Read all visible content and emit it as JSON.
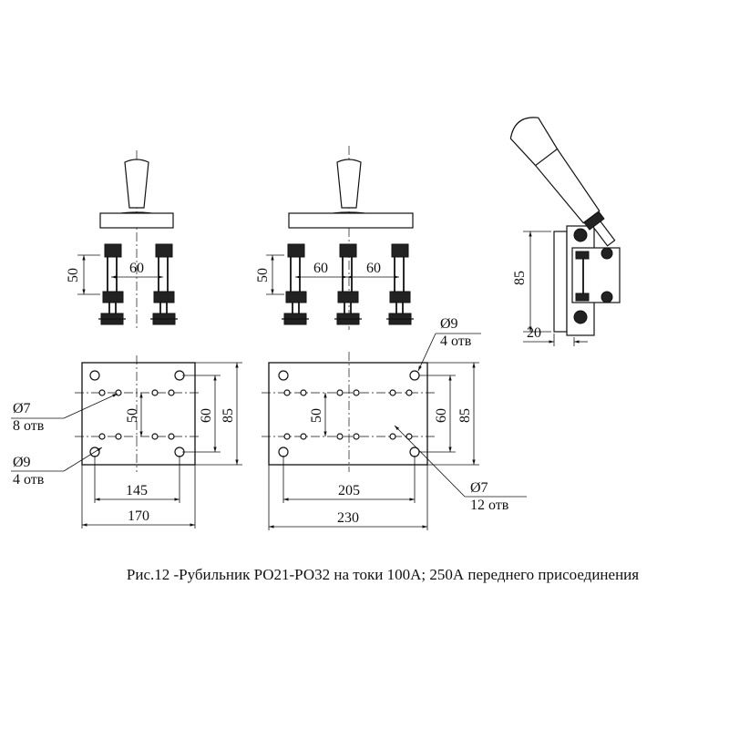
{
  "caption": "Рис.12 -Рубильник РО21-РО32 на токи 100А; 250А переднего присоединения",
  "view_small": {
    "dim_height": "50",
    "dim_spacing": "60"
  },
  "view_large": {
    "dim_height": "50",
    "dim_spacing_1": "60",
    "dim_spacing_2": "60"
  },
  "view_side": {
    "dim_height": "85",
    "dim_depth": "20"
  },
  "plate_small": {
    "width": "170",
    "hole_spacing": "145",
    "height_outer": "85",
    "height_inner": "60",
    "row_spacing": "50",
    "small_hole_dia": "Ø7",
    "small_hole_count": "8 отв",
    "big_hole_dia": "Ø9",
    "big_hole_count": "4 отв"
  },
  "plate_large": {
    "width": "230",
    "hole_spacing": "205",
    "height_outer": "85",
    "height_inner": "60",
    "row_spacing": "50",
    "big_hole_dia": "Ø9",
    "big_hole_count": "4 отв",
    "small_hole_dia": "Ø7",
    "small_hole_count": "12 отв"
  }
}
